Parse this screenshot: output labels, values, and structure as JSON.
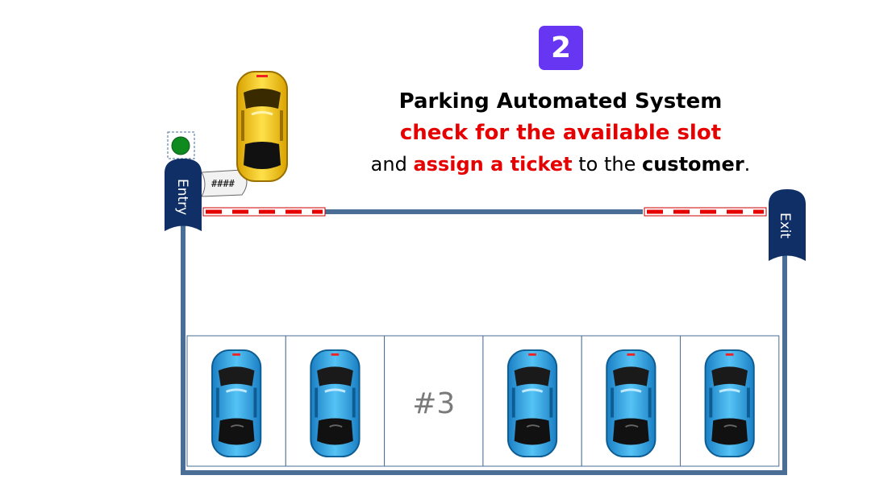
{
  "step": {
    "number": "2"
  },
  "heading": {
    "title": "Parking Automated System",
    "subtitle": "check for the available slot",
    "line3_part1": "and ",
    "line3_part2": "assign a ticket",
    "line3_part3": " to the ",
    "line3_part4": "customer",
    "line3_part5": "."
  },
  "gates": {
    "entry_label": "Entry",
    "exit_label": "Exit"
  },
  "ticket": {
    "text": "####"
  },
  "signal": {
    "color": "#0f8a1e",
    "state": "green"
  },
  "slots": [
    {
      "id": 1,
      "occupied": true,
      "label": ""
    },
    {
      "id": 2,
      "occupied": true,
      "label": ""
    },
    {
      "id": 3,
      "occupied": false,
      "label": "#3"
    },
    {
      "id": 4,
      "occupied": true,
      "label": ""
    },
    {
      "id": 5,
      "occupied": true,
      "label": ""
    },
    {
      "id": 6,
      "occupied": true,
      "label": ""
    }
  ],
  "colors": {
    "badge": "#6636f2",
    "road": "#4a6e96",
    "gate_sign": "#0f2f66",
    "barrier_stripe": "#e60000",
    "parked_car": "#2ea6e8",
    "incoming_car": "#f2c21a"
  },
  "icons": {
    "parked_car": "car-top-view-icon",
    "incoming_car": "taxi-top-view-icon",
    "signal": "traffic-light-icon"
  }
}
